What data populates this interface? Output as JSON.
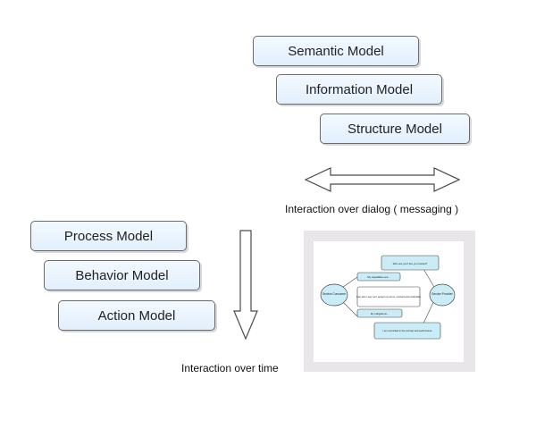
{
  "top_stack": {
    "semantic": "Semantic Model",
    "information": "Information Model",
    "structure": "Structure Model"
  },
  "left_stack": {
    "process": "Process Model",
    "behavior": "Behavior Model",
    "action": "Action Model"
  },
  "captions": {
    "dialog": "Interaction over dialog ( messaging )",
    "time": "Interaction over time"
  },
  "thumbnail": {
    "left_actor": "Service Consumer",
    "right_actor": "Service Provider",
    "messages": [
      "Who are you? Are you trusted?",
      "My capabilities are...",
      "I am who I say I am; accept my terms, contract and credentials",
      "My obligations...",
      "I am committed to the contract and performance"
    ]
  },
  "colors": {
    "box_fill_top": "#f3f9ff",
    "box_fill_bottom": "#e2effc",
    "box_border": "#6b6b6b",
    "thumb_frame": "#e9e6ea",
    "thumb_bubble": "#c9ecf6"
  }
}
